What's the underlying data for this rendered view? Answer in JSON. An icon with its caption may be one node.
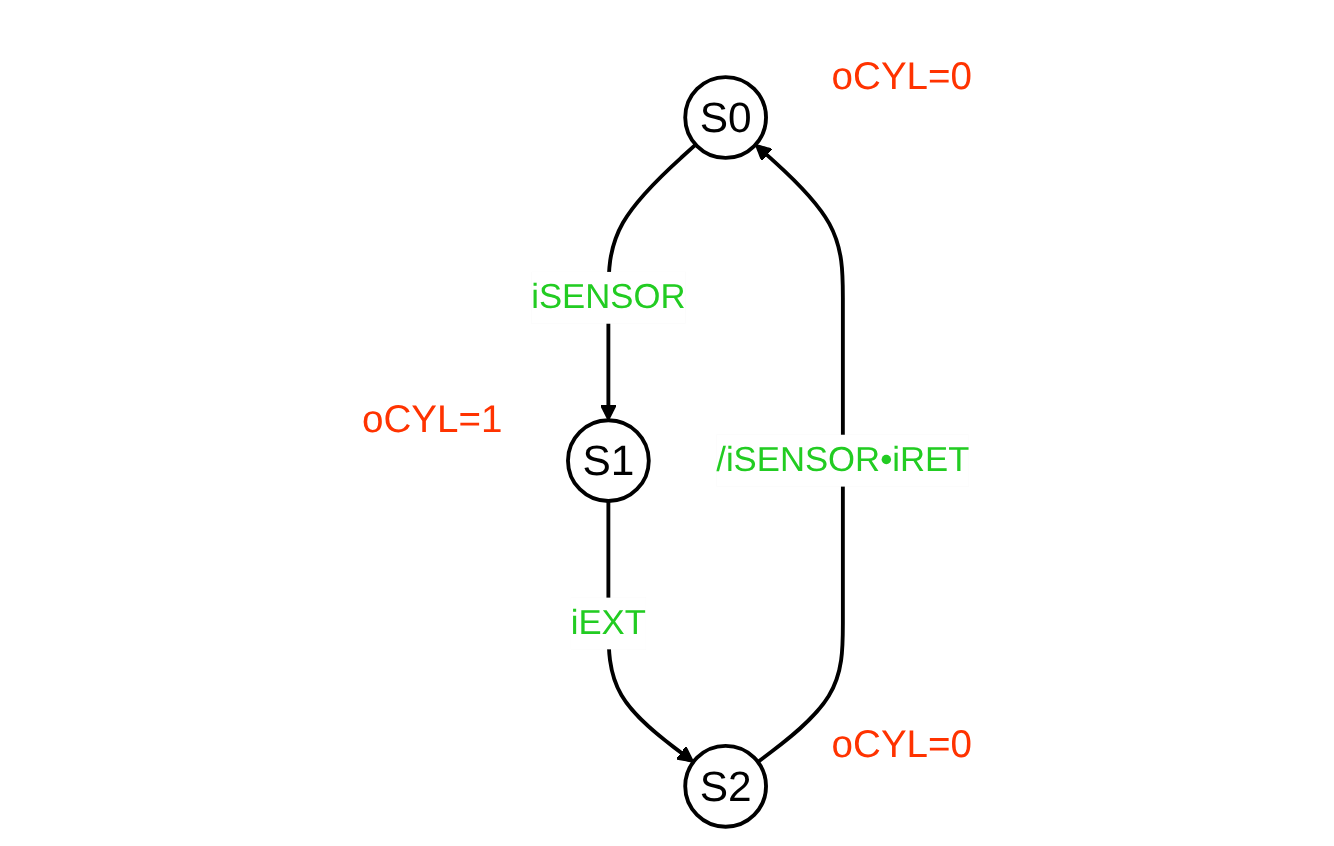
{
  "diagram": {
    "nodes": [
      {
        "text": [
          "S0"
        ],
        "beside": [
          "oCYL=0"
        ]
      },
      {
        "text": [
          "S1"
        ],
        "beside": [
          "oCYL=1"
        ]
      },
      {
        "text": [
          "S2"
        ],
        "beside": [
          "oCYL=0"
        ]
      }
    ],
    "edges": [
      {
        "from": 2,
        "to": 0,
        "arrow": "to",
        "label": "/iSENSOR•iRET"
      },
      {
        "from": 0,
        "to": 1,
        "arrow": "to",
        "label": "iSENSOR"
      },
      {
        "from": 1,
        "to": 2,
        "arrow": "to",
        "label": "iEXT"
      }
    ]
  }
}
